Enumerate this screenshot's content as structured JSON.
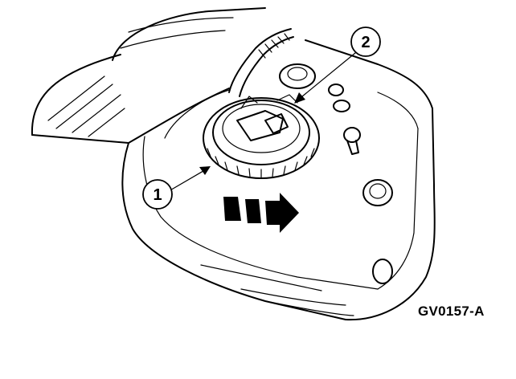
{
  "figure": {
    "callouts": [
      {
        "number": "1",
        "name": "fuel-pump-lock-ring"
      },
      {
        "number": "2",
        "name": "fuel-pump-module-tab"
      }
    ],
    "figure_id": "GV0157-A",
    "colors": {
      "ink": "#000000",
      "background": "#ffffff"
    }
  }
}
